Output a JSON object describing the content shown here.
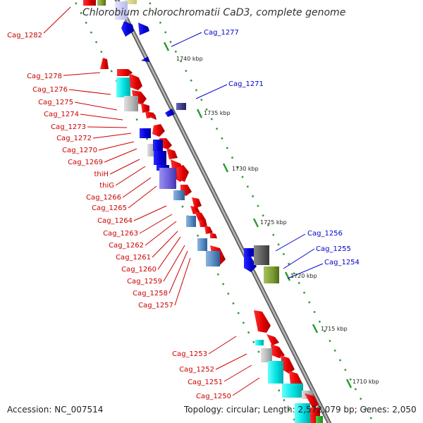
{
  "title": "Chlorobium chlorochromatii CaD3, complete genome",
  "footer": {
    "accession": "Accession: NC_007514",
    "summary": "Topology: circular; Length: 2,572,079 bp; Genes: 2,050"
  },
  "colors": {
    "forward_label": "#cc0000",
    "reverse_label": "#0000cc",
    "backbone": "#9a9a9a",
    "ruler": "#2e8b2e"
  },
  "ruler_labels": [
    "1740 kbp",
    "1735 kbp",
    "1730 kbp",
    "1725 kbp",
    "1720 kbp",
    "1715 kbp",
    "1710 kbp"
  ],
  "reverse_genes": [
    "Cag_1277",
    "Cag_1271",
    "Cag_1256",
    "Cag_1255",
    "Cag_1254"
  ],
  "forward_genes": [
    "Cag_1282",
    "Cag_1278",
    "Cag_1276",
    "Cag_1275",
    "Cag_1274",
    "Cag_1273",
    "Cag_1272",
    "Cag_1270",
    "Cag_1269",
    "thiH",
    "thiG",
    "Cag_1266",
    "Cag_1265",
    "Cag_1264",
    "Cag_1263",
    "Cag_1262",
    "Cag_1261",
    "Cag_1260",
    "Cag_1259",
    "Cag_1258",
    "Cag_1257",
    "Cag_1253",
    "Cag_1252",
    "Cag_1251",
    "Cag_1250"
  ]
}
